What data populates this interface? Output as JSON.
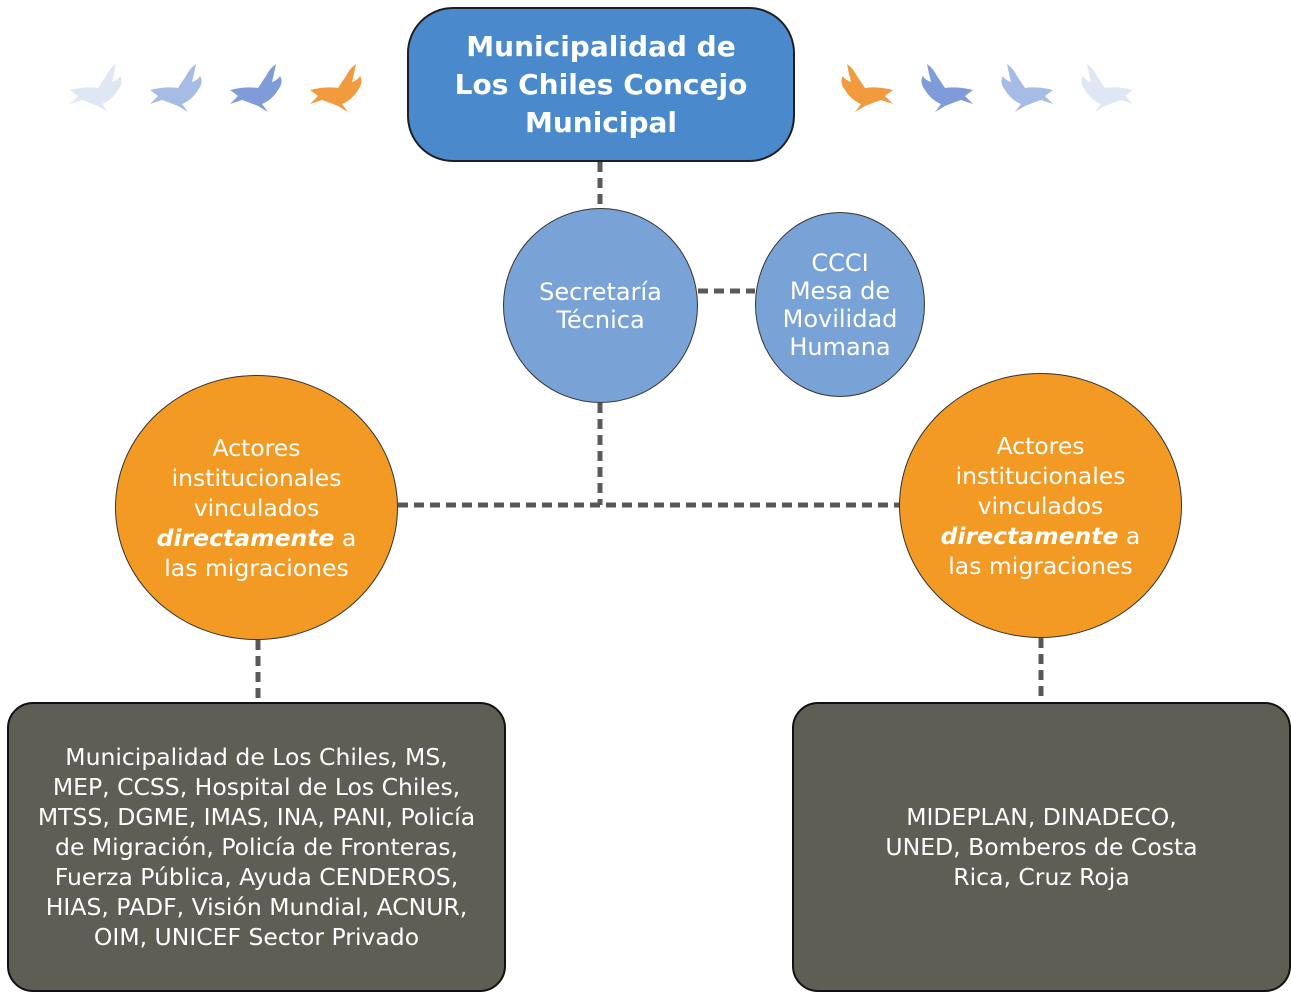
{
  "root": {
    "title": "Municipalidad de Los Chiles Concejo Municipal"
  },
  "secretaria": {
    "line1": "Secretaría",
    "line2": "Técnica"
  },
  "ccci": {
    "line1": "CCCI",
    "line2": "Mesa de",
    "line3": "Movilidad",
    "line4": "Humana"
  },
  "actors_left": {
    "line1": "Actores",
    "line2": "institucionales",
    "line3": "vinculados",
    "emphasis": "directamente",
    "after_emphasis": " a",
    "line5": "las migraciones"
  },
  "actors_right": {
    "line1": "Actores",
    "line2": "institucionales",
    "line3": "vinculados",
    "emphasis": "directamente",
    "after_emphasis": " a",
    "line5": "las migraciones"
  },
  "list_left": {
    "text": "Municipalidad de Los Chiles, MS, MEP, CCSS, Hospital de Los Chiles, MTSS, DGME, IMAS, INA, PANI, Policía de Migración, Policía de Fronteras, Fuerza Pública, Ayuda CENDEROS, HIAS, PADF, Visión Mundial, ACNUR, OIM, UNICEF Sector Privado"
  },
  "list_right": {
    "text": "MIDEPLAN, DINADECO, UNED, Bomberos de Costa Rica, Cruz Roja"
  },
  "decorations": {
    "bird_icon": "dove-icon",
    "bird_colors_left": [
      "#dfe7f5",
      "#a6bce5",
      "#7f9cd8",
      "#f29a3e"
    ],
    "bird_colors_right": [
      "#f29a3e",
      "#7f9cd8",
      "#a6bce5",
      "#dfe7f5"
    ]
  },
  "colors": {
    "root_fill": "#4a89cc",
    "secondary_fill": "#79a3d7",
    "actors_fill": "#f39a25",
    "list_fill": "#5f5e54",
    "connector": "#595959"
  }
}
